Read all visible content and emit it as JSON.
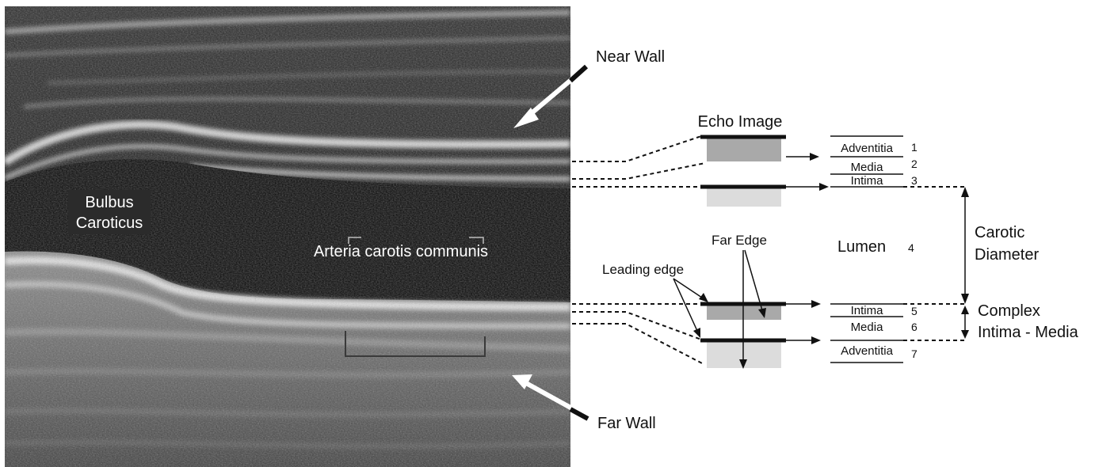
{
  "ultrasound": {
    "bulbus_line1": "Bulbus",
    "bulbus_line2": "Caroticus",
    "arteria_label": "Arteria carotis communis"
  },
  "callouts": {
    "near_wall": "Near Wall",
    "far_wall": "Far Wall"
  },
  "schematic": {
    "echo_image_title": "Echo Image",
    "far_edge": "Far Edge",
    "leading_edge": "Leading edge",
    "lumen": "Lumen",
    "lumen_number": "4",
    "layers": [
      {
        "name": "Adventitia",
        "number": "1"
      },
      {
        "name": "Media",
        "number": "2"
      },
      {
        "name": "Intima",
        "number": "3"
      },
      {
        "name": "Intima",
        "number": "5"
      },
      {
        "name": "Media",
        "number": "6"
      },
      {
        "name": "Adventitia",
        "number": "7"
      }
    ],
    "carotid_diameter_line1": "Carotic",
    "carotid_diameter_line2": "Diameter",
    "complex_line1": "Complex",
    "complex_line2": "Intima - Media"
  },
  "colors": {
    "echo_dark": "#a9a9a9",
    "echo_light": "#dcdcdc",
    "echo_bar": "#111111"
  }
}
